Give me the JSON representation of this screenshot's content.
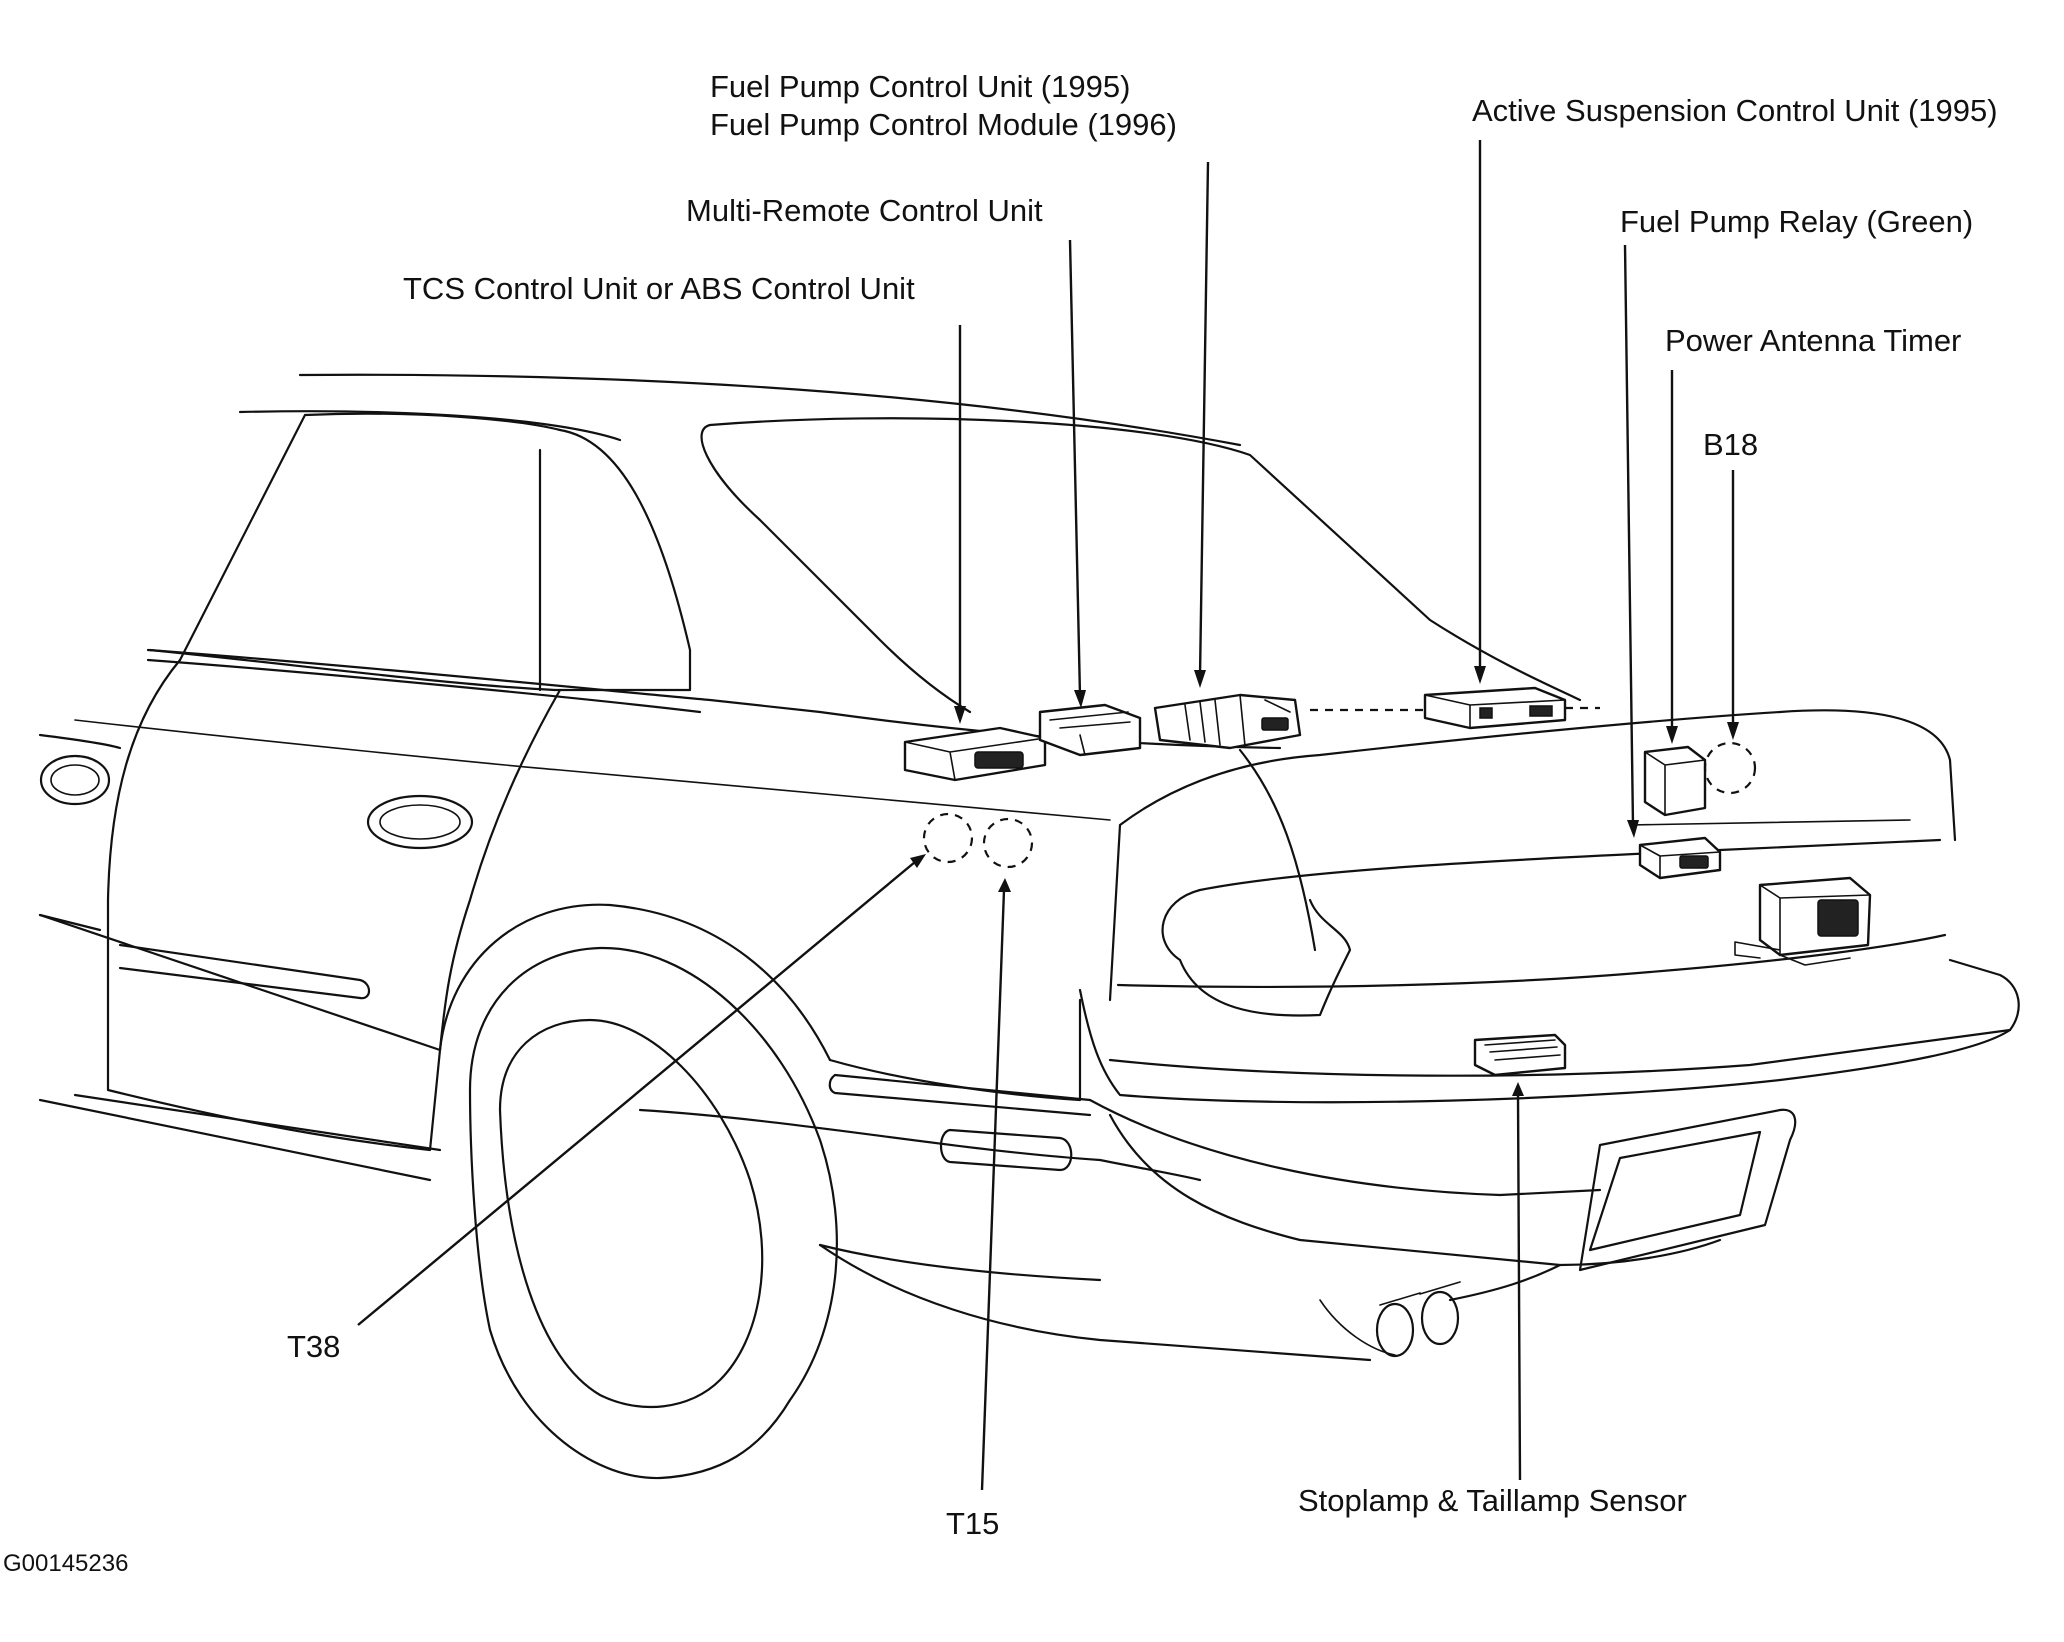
{
  "labels": {
    "fuel_pump_control_unit": "Fuel Pump Control Unit (1995)",
    "fuel_pump_control_module": "Fuel Pump Control Module (1996)",
    "active_suspension": "Active Suspension Control Unit (1995)",
    "multi_remote": "Multi-Remote Control Unit",
    "fuel_pump_relay": "Fuel Pump Relay (Green)",
    "tcs_abs": "TCS Control Unit or ABS Control Unit",
    "power_antenna": "Power Antenna Timer",
    "b18": "B18",
    "t38": "T38",
    "t15": "T15",
    "stoplamp": "Stoplamp & Taillamp Sensor",
    "figure_id": "G00145236"
  }
}
